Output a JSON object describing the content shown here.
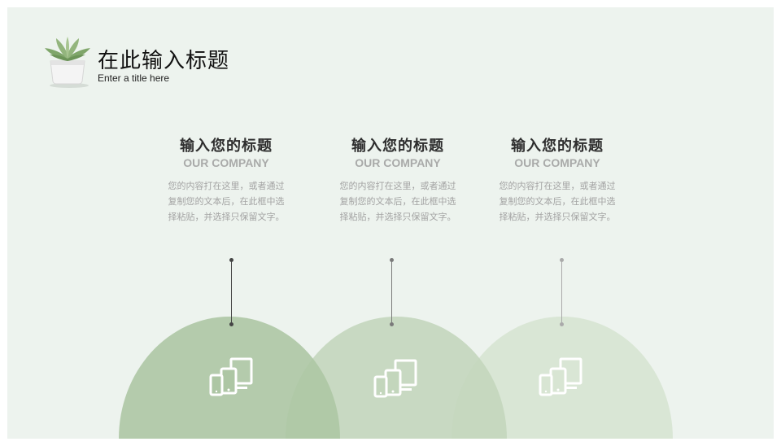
{
  "header": {
    "title": "在此输入标题",
    "subtitle": "Enter a title here",
    "logo_icon": "potted-succulent-icon"
  },
  "columns": [
    {
      "heading": "输入您的标题",
      "subheading": "OUR COMPANY",
      "body": "您的内容打在这里，或者通过复制您的文本后，在此框中选择粘贴，并选择只保留文字。",
      "icon": "devices-icon"
    },
    {
      "heading": "输入您的标题",
      "subheading": "OUR COMPANY",
      "body": "您的内容打在这里，或者通过复制您的文本后，在此框中选择粘贴，并选择只保留文字。",
      "icon": "devices-icon"
    },
    {
      "heading": "输入您的标题",
      "subheading": "OUR COMPANY",
      "body": "您的内容打在这里，或者通过复制您的文本后，在此框中选择粘贴，并选择只保留文字。",
      "icon": "devices-icon"
    }
  ],
  "colors": {
    "background": "#edf3ee",
    "dome_1": "#adc6a4",
    "dome_2": "#c3d6bc",
    "dome_3": "#d8e5d3",
    "connector_1": "#444444",
    "connector_2": "#7a7a7a",
    "connector_3": "#aaaaaa"
  }
}
